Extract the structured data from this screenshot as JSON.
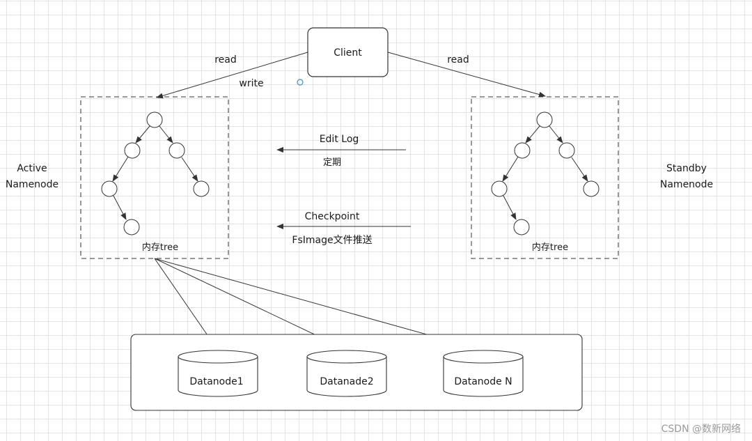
{
  "client": {
    "label": "Client"
  },
  "edges": {
    "read_left": "read",
    "write": "write",
    "read_right": "read"
  },
  "active": {
    "name_line1": "Active",
    "name_line2": "Namenode",
    "tree_label": "内存tree"
  },
  "standby": {
    "name_line1": "Standby",
    "name_line2": "Namenode",
    "tree_label": "内存tree"
  },
  "sync": {
    "editlog_label": "Edit Log",
    "editlog_sub": "定期",
    "checkpoint_label": "Checkpoint",
    "checkpoint_sub": "FsImage文件推送"
  },
  "datanodes": [
    "Datanode1",
    "Datanade2",
    "Datanode N"
  ],
  "watermark": "CSDN @数新网络"
}
